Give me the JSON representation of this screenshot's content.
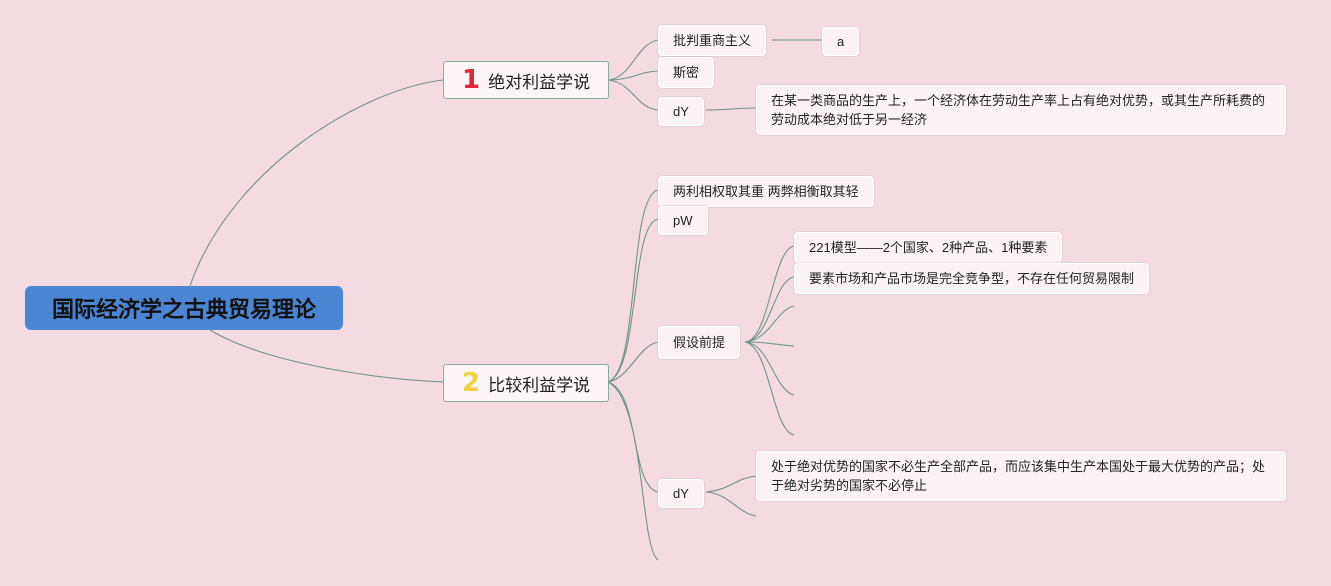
{
  "root": {
    "label": "国际经济学之古典贸易理论"
  },
  "branch1": {
    "number": "1",
    "label": "绝对利益学说",
    "children": {
      "critique": "批判重商主义",
      "critique_child": "a",
      "smith": "斯密",
      "definition_label": "dY",
      "definition_text": "在某一类商品的生产上，一个经济体在劳动生产率上占有绝对优势，或其生产所耗费的劳动成本绝对低于另一经济"
    }
  },
  "branch2": {
    "number": "2",
    "label": "比较利益学说",
    "children": {
      "principle": "两利相权取其重 两弊相衡取其轻",
      "pw": "pW",
      "assumptions": "假设前提",
      "assumption_items": [
        "221模型——2个国家、2种产品、1种要素",
        "要素市场和产品市场是完全竞争型，不存在任何贸易限制"
      ],
      "definition_label": "dY",
      "definition_text": "处于绝对优势的国家不必生产全部产品，而应该集中生产本国处于最大优势的产品；处于绝对劣势的国家不必停止"
    }
  },
  "colors": {
    "background": "#f3dbe1",
    "root_fill": "#4a86d4",
    "link_stroke": "#6f958c",
    "number_1": "#e0263a",
    "number_2": "#f0d23e"
  }
}
